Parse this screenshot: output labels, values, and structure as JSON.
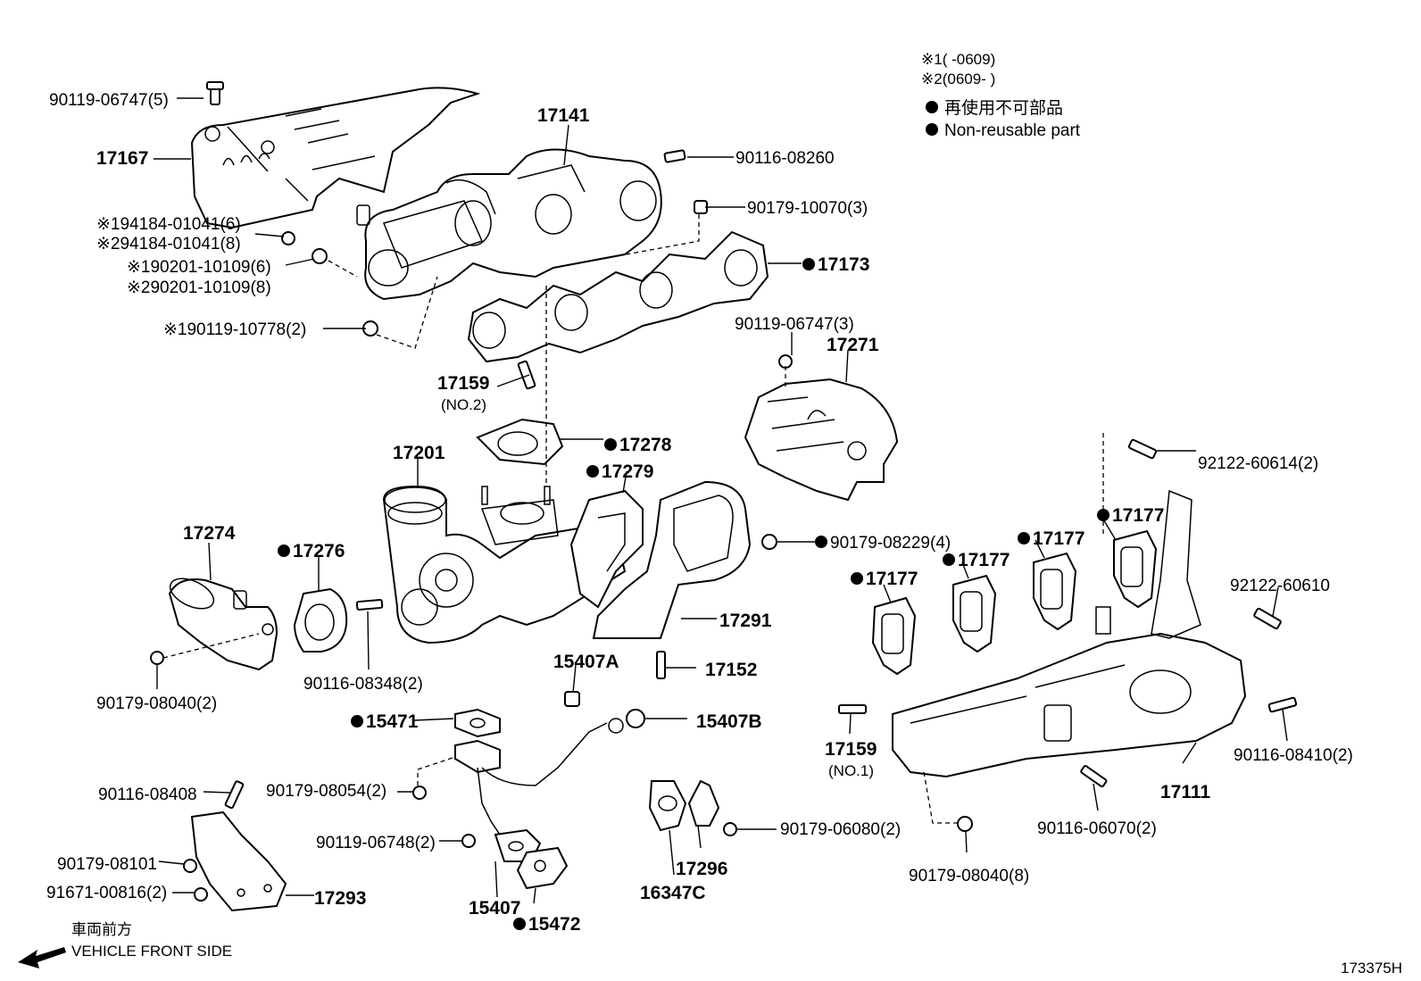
{
  "legend": {
    "note1": "※1(      -0609)",
    "note2": "※2(0609-       )",
    "nonreusable_jp": "再使用不可部品",
    "nonreusable_en": "Non-reusable part"
  },
  "labels": {
    "p90119_06747_5": "90119-06747(5)",
    "p17167": "17167",
    "p17141": "17141",
    "p90116_08260": "90116-08260",
    "p90179_10070_3": "90179-10070(3)",
    "p94184_6": "※194184-01041(6)",
    "p94184_8": "※294184-01041(8)",
    "p90201_6": "※190201-10109(6)",
    "p90201_8": "※290201-10109(8)",
    "p90119_10778": "※190119-10778(2)",
    "p17173": "17173",
    "p90119_06747_3": "90119-06747(3)",
    "p17271": "17271",
    "p17159a": "17159",
    "p17159a_sub": "(NO.2)",
    "p17278": "17278",
    "p17201": "17201",
    "p17279": "17279",
    "p92122_60614": "92122-60614(2)",
    "p17177a": "17177",
    "p17177b": "17177",
    "p17177c": "17177",
    "p17177d": "17177",
    "p90179_08229": "90179-08229(4)",
    "p17274": "17274",
    "p17276": "17276",
    "p92122_60610": "92122-60610",
    "p17291": "17291",
    "p90116_08348": "90116-08348(2)",
    "p15407a": "15407A",
    "p17152": "17152",
    "p90179_08040_2": "90179-08040(2)",
    "p15471": "15471",
    "p15407b": "15407B",
    "p17159b": "17159",
    "p17159b_sub": "(NO.1)",
    "p90116_08410": "90116-08410(2)",
    "p90116_08408": "90116-08408",
    "p90179_08054": "90179-08054(2)",
    "p17111": "17111",
    "p90119_06748": "90119-06748(2)",
    "p90179_06080": "90179-06080(2)",
    "p90116_06070": "90116-06070(2)",
    "p90179_08101": "90179-08101",
    "p17296": "17296",
    "p91671_00816": "91671-00816(2)",
    "p17293": "17293",
    "p90179_08040_8": "90179-08040(8)",
    "p15407": "15407",
    "p16347c": "16347C",
    "p15472": "15472"
  },
  "footer": {
    "front_jp": "車両前方",
    "front_en": "VEHICLE FRONT SIDE",
    "diagram_id": "173375H"
  }
}
